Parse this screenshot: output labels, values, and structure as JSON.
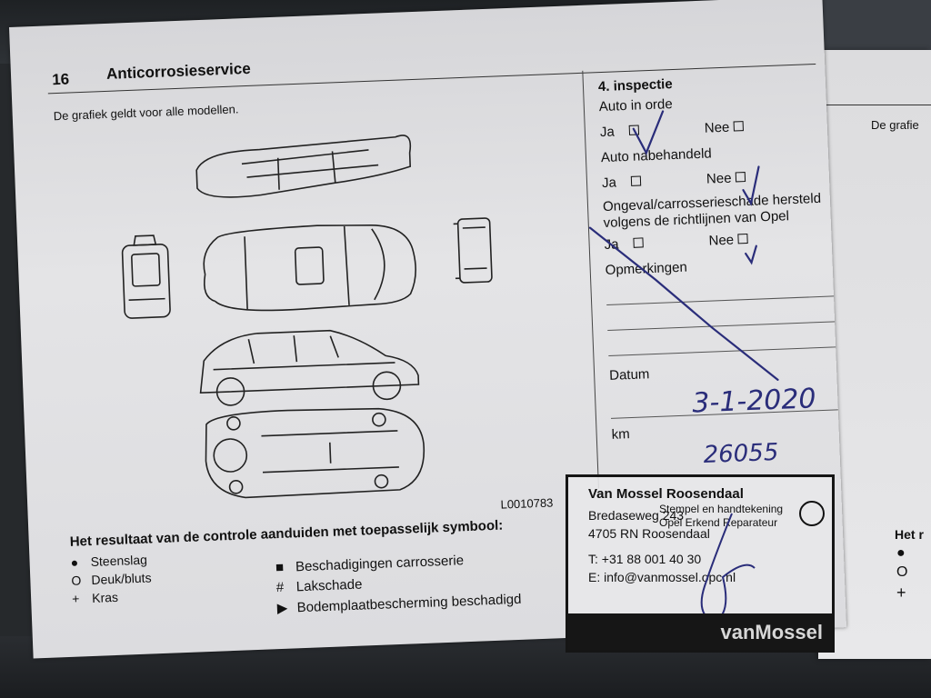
{
  "page": {
    "number": "16",
    "title": "Anticorrosieservice",
    "subtitle": "De grafiek geldt voor alle modellen.",
    "diagram_code": "L0010783"
  },
  "legend": {
    "title": "Het resultaat van de controle aanduiden met toepasselijk symbool:",
    "items_left": [
      {
        "symbol": "●",
        "label": "Steenslag"
      },
      {
        "symbol": "O",
        "label": "Deuk/bluts"
      },
      {
        "symbol": "+",
        "label": "Kras"
      }
    ],
    "items_right": [
      {
        "symbol": "■",
        "label": "Beschadigingen carrosserie"
      },
      {
        "symbol": "#",
        "label": "Lakschade"
      },
      {
        "symbol": "▶",
        "label": "Bodemplaatbescherming beschadigd"
      }
    ]
  },
  "inspection": {
    "title": "4. inspectie",
    "q1": "Auto in orde",
    "q2": "Auto nabehandeld",
    "q3": "Ongeval/carrosserieschade hersteld volgens de richtlijnen van Opel",
    "ja": "Ja",
    "nee": "Nee",
    "remarks": "Opmerkingen",
    "date_label": "Datum",
    "date_value": "3-1-2020",
    "km_label": "km",
    "km_value": "26055"
  },
  "stamp": {
    "name": "Van Mossel Roosendaal",
    "address": "Bredaseweg 243",
    "city": "4705 RN  Roosendaal",
    "phone": "T: +31 88 001 40 30",
    "email": "E: info@vanmossel.opc.nl",
    "note1": "Stempel en handtekening",
    "note2": "Opel Erkend Reparateur",
    "brand": "vanMossel"
  },
  "right_page": {
    "subtitle": "De grafie",
    "heading": "Het r"
  },
  "colors": {
    "ink": "#2a2d7a",
    "paper": "#e2e2e4"
  }
}
